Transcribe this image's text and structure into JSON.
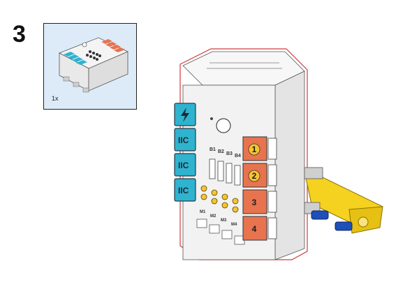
{
  "step": {
    "number": "3"
  },
  "parts_list": {
    "quantity": "1x"
  },
  "controller": {
    "left_ports": [
      {
        "label": "",
        "icon": "lightning-icon"
      },
      {
        "label": "IIC"
      },
      {
        "label": "IIC"
      },
      {
        "label": "IIC"
      }
    ],
    "right_ports": [
      "1",
      "2",
      "3",
      "4"
    ],
    "button_labels": [
      "B1",
      "B2",
      "B3",
      "B4"
    ],
    "motor_labels": [
      "M1",
      "M2",
      "M3",
      "M4"
    ]
  },
  "colors": {
    "cyan": "#2fb3cf",
    "orange": "#e8734f",
    "yellow_badge": "#f6c431",
    "beam_yellow": "#f5d21f",
    "pin_blue": "#1f4fb8",
    "outline_red": "#d23a3a"
  }
}
